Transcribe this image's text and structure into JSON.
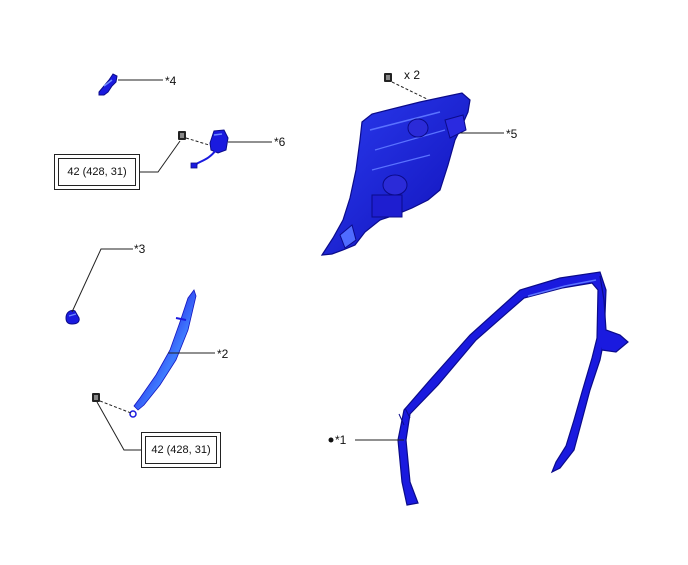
{
  "colors": {
    "part": "#1a1adf",
    "part_dark": "#0b0b8a",
    "part_light": "#4f6cff",
    "line": "#222222"
  },
  "callouts": [
    {
      "id": "p4",
      "label": "*4"
    },
    {
      "id": "p6",
      "label": "*6"
    },
    {
      "id": "p5",
      "label": "*5"
    },
    {
      "id": "p3",
      "label": "*3"
    },
    {
      "id": "p2",
      "label": "*2"
    },
    {
      "id": "p1",
      "label": "*1"
    }
  ],
  "quantity_label": "x 2",
  "torque_specs": [
    {
      "id": "t-upper",
      "text": "42 (428, 31)"
    },
    {
      "id": "t-lower",
      "text": "42 (428, 31)"
    }
  ]
}
